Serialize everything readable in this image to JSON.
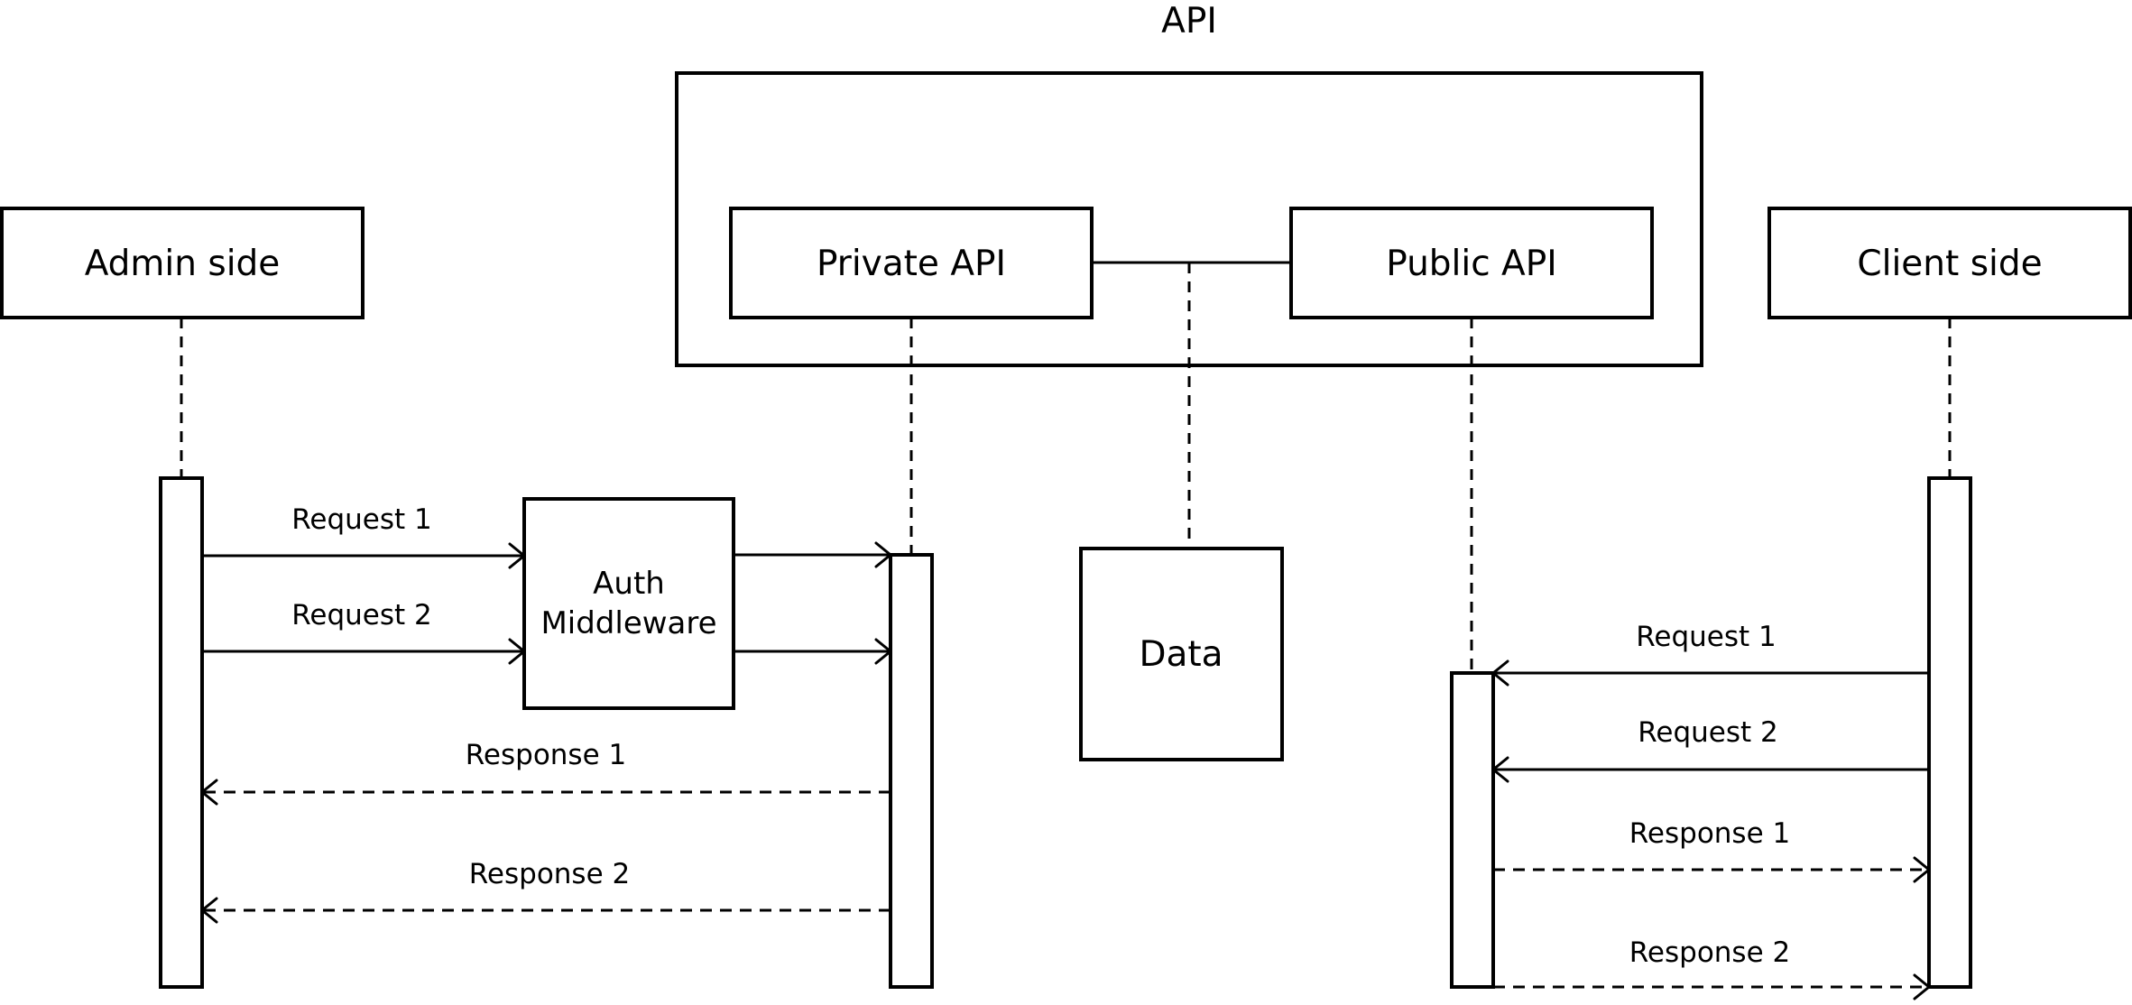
{
  "title": "API",
  "participants": {
    "admin": "Admin side",
    "private_api": "Private API",
    "public_api": "Public API",
    "client": "Client side"
  },
  "middleware": {
    "line1": "Auth",
    "line2": "Middleware"
  },
  "data_store": "Data",
  "admin_flow": {
    "request_1": "Request 1",
    "request_2": "Request 2",
    "response_1": "Response 1",
    "response_2": "Response 2"
  },
  "client_flow": {
    "request_1": "Request 1",
    "request_2": "Request 2",
    "response_1": "Response 1",
    "response_2": "Response 2"
  }
}
